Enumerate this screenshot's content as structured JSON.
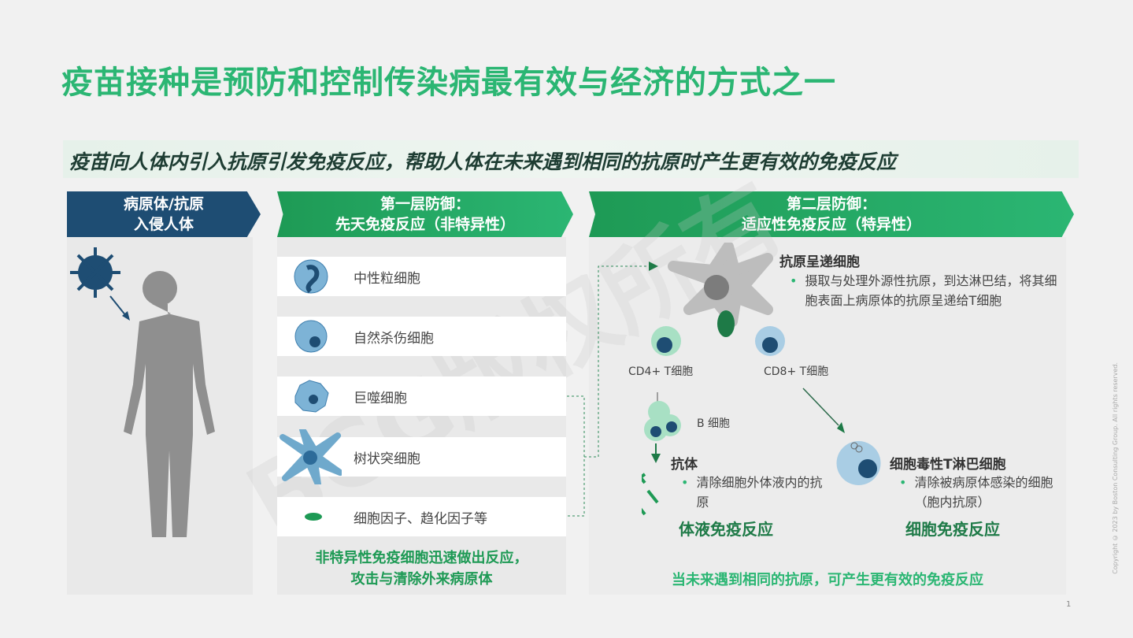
{
  "title": "疫苗接种是预防和控制传染病最有效与经济的方式之一",
  "subtitle": "疫苗向人体内引入抗原引发免疫反应，帮助人体在未来遇到相同的抗原时产生更有效的免疫反应",
  "col1": {
    "header_line1": "病原体/抗原",
    "header_line2": "入侵人体"
  },
  "col2": {
    "header_line1": "第一层防御：",
    "header_line2": "先天免疫反应（非特异性）",
    "items": [
      {
        "label": "中性粒细胞"
      },
      {
        "label": "自然杀伤细胞"
      },
      {
        "label": "巨噬细胞"
      },
      {
        "label": "树状突细胞"
      },
      {
        "label": "细胞因子、趋化因子等"
      }
    ],
    "footer_line1": "非特异性免疫细胞迅速做出反应，",
    "footer_line2": "攻击与清除外来病原体"
  },
  "col3": {
    "header_line1": "第二层防御：",
    "header_line2": "适应性免疫反应（特异性）",
    "apc_title": "抗原呈递细胞",
    "apc_desc": "摄取与处理外源性抗原，到达淋巴结，将其细胞表面上病原体的抗原呈递给T细胞",
    "cd4": "CD4+ T细胞",
    "cd8": "CD8+ T细胞",
    "bcell": "B 细胞",
    "antibody_title": "抗体",
    "antibody_desc": "清除细胞外体液内的抗原",
    "humoral": "体液免疫反应",
    "ctl_title": "细胞毒性T淋巴细胞",
    "ctl_desc": "清除被病原体感染的细胞（胞内抗原）",
    "cellular": "细胞免疫反应",
    "footer": "当未来遇到相同的抗原，可产生更有效的免疫反应"
  },
  "watermark": "BCG版权所有",
  "copyright": "Copyright © 2023 by Boston Consulting Group. All rights reserved.",
  "page_number": "1",
  "colors": {
    "green": "#2bb673",
    "dark_green": "#1e7a47",
    "navy": "#1e4d73"
  }
}
